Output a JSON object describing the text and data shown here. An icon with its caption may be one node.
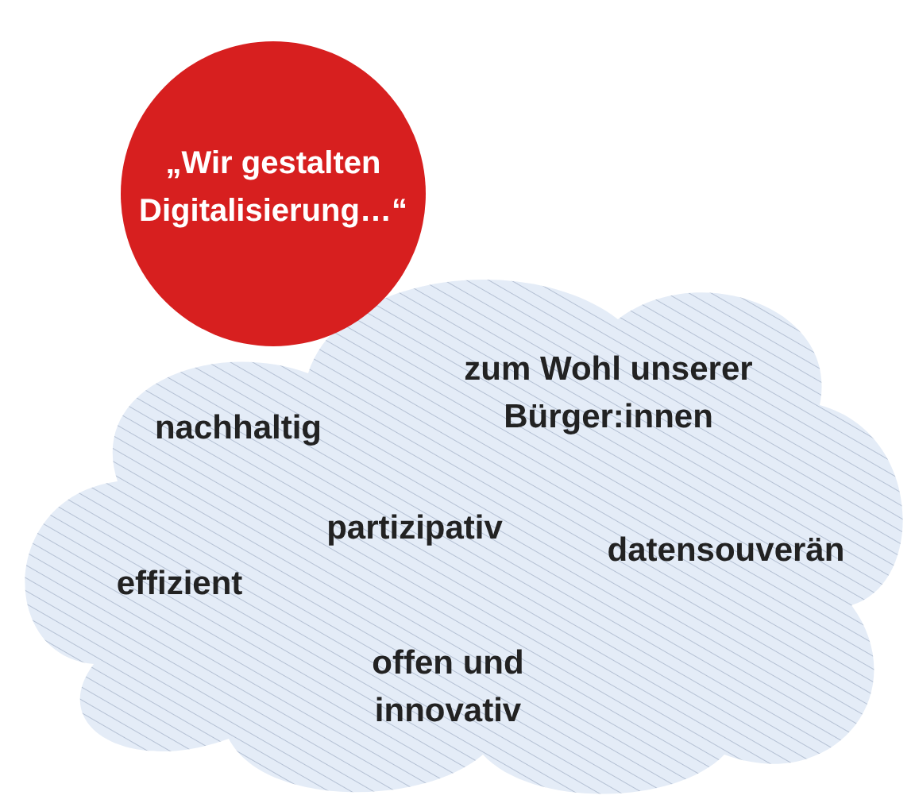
{
  "diagram": {
    "nodes": [
      {
        "text": [
          "„Wir gestalten Digitalisierung…“"
        ]
      },
      {
        "text": [
          "nachhaltig",
          "zum Wohl unserer Bürger:innen",
          "partizipativ",
          "datensouverän",
          "effizient",
          "offen und innovativ"
        ]
      }
    ]
  }
}
